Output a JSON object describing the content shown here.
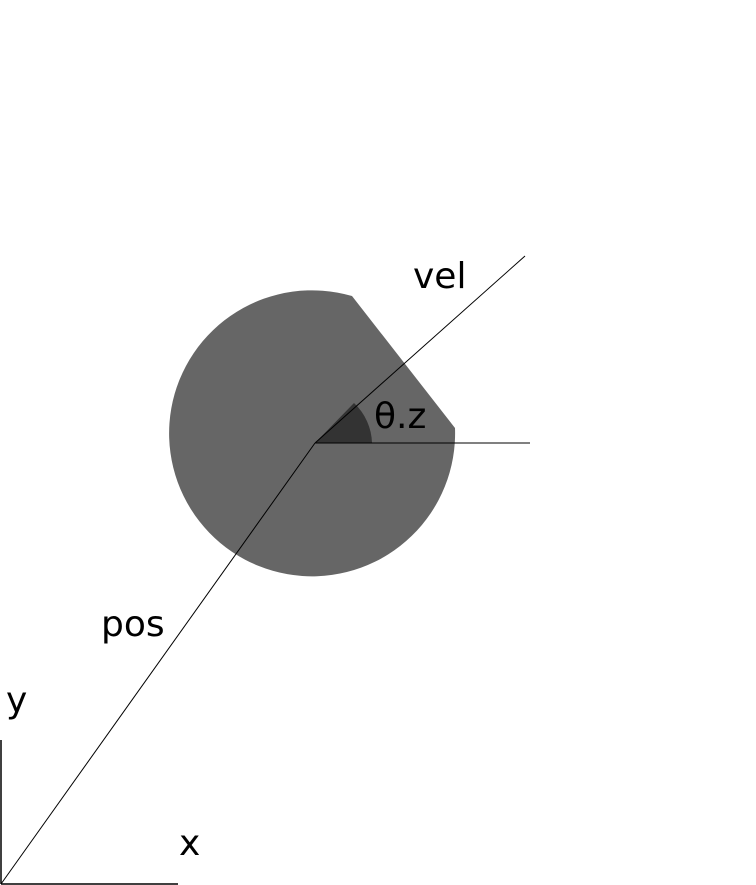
{
  "labels": {
    "velocity": "vel",
    "angle": "θ.z",
    "position": "pos",
    "y_axis": "y",
    "x_axis": "x"
  },
  "colors": {
    "body": "#666666",
    "angle_wedge": "#333333",
    "line": "#000000",
    "background": "#ffffff"
  }
}
